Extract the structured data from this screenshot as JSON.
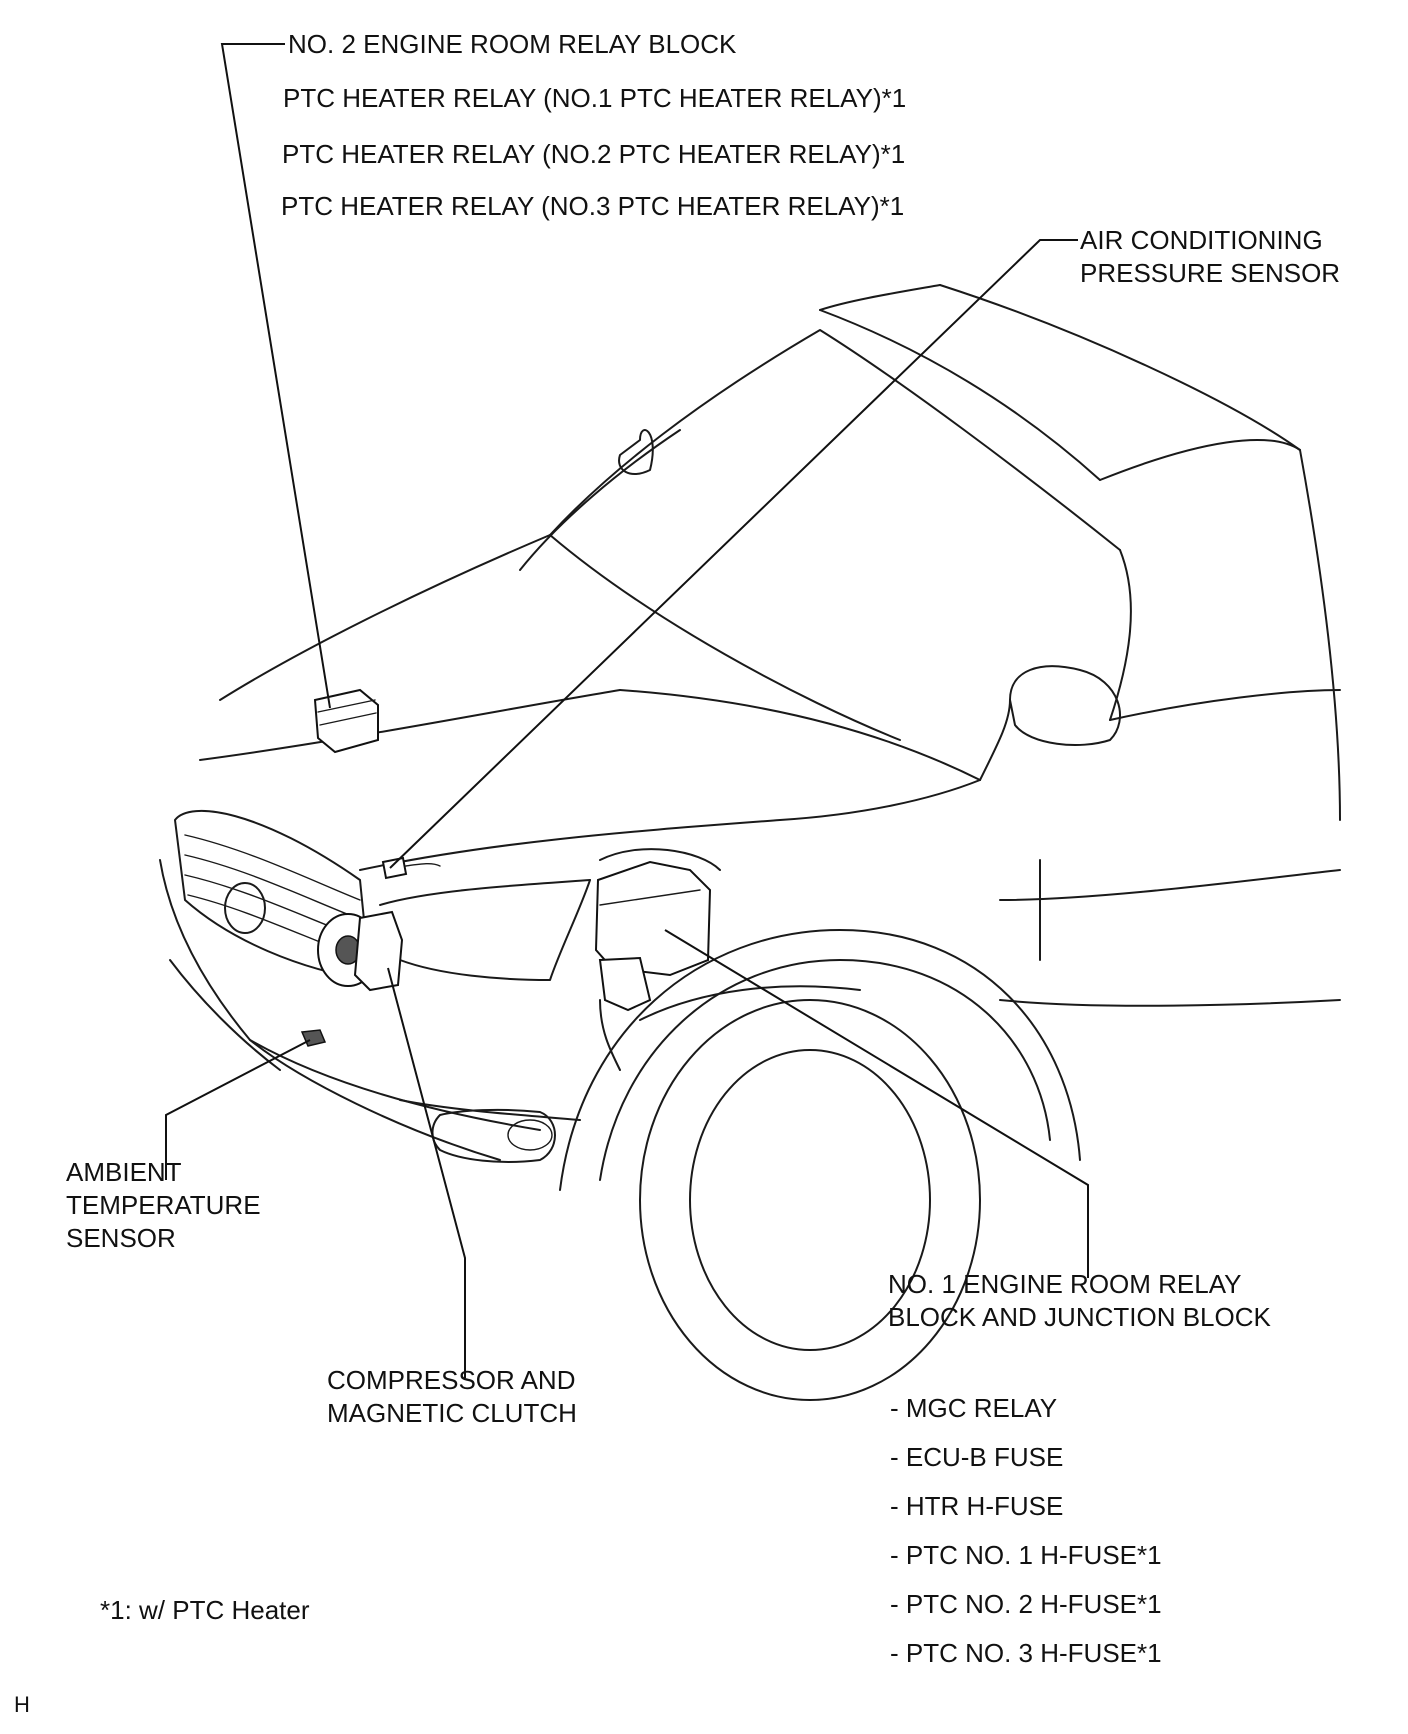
{
  "labels": {
    "engine_room_relay_block_2": "NO. 2 ENGINE ROOM RELAY BLOCK",
    "ptc_relays": [
      "PTC HEATER RELAY (NO.1 PTC HEATER RELAY)*1",
      "PTC HEATER RELAY (NO.2 PTC HEATER RELAY)*1",
      "PTC HEATER RELAY (NO.3 PTC HEATER RELAY)*1"
    ],
    "ac_pressure_sensor": [
      "AIR CONDITIONING",
      "PRESSURE SENSOR"
    ],
    "ambient_temp_sensor": [
      "AMBIENT",
      "TEMPERATURE",
      "SENSOR"
    ],
    "compressor": [
      "COMPRESSOR AND",
      "MAGNETIC CLUTCH"
    ],
    "engine_room_relay_block_1": [
      "NO. 1 ENGINE ROOM RELAY",
      "BLOCK AND JUNCTION BLOCK"
    ],
    "fuse_list": [
      "- MGC RELAY",
      "- ECU-B FUSE",
      "- HTR H-FUSE",
      "- PTC NO. 1 H-FUSE*1",
      "- PTC NO. 2 H-FUSE*1",
      "- PTC NO. 3 H-FUSE*1"
    ],
    "footnote": "*1: w/ PTC Heater",
    "corner_mark": "H"
  }
}
